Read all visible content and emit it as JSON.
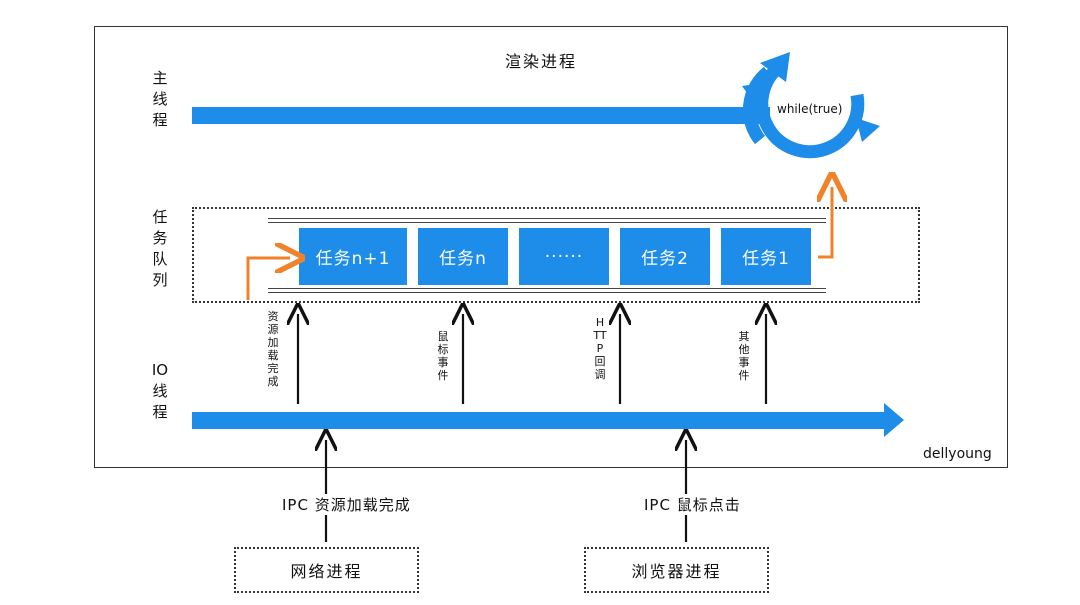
{
  "title": "渲染进程",
  "main_thread_label": "主线程",
  "task_queue_label": "任务队列",
  "io_thread_label": "IO线程",
  "loop_label": "while(true)",
  "tasks": [
    "任务n+1",
    "任务n",
    "······",
    "任务2",
    "任务1"
  ],
  "io_events": [
    "资源加载完成",
    "鼠标事件",
    "HTTP回调",
    "其他事件"
  ],
  "ipc_labels": [
    "IPC 资源加载完成",
    "IPC 鼠标点击"
  ],
  "processes": [
    "网络进程",
    "浏览器进程"
  ],
  "credit": "dellyoung",
  "colors": {
    "blue": "#1e8ce9",
    "orange": "#f0822a",
    "black": "#111111"
  }
}
